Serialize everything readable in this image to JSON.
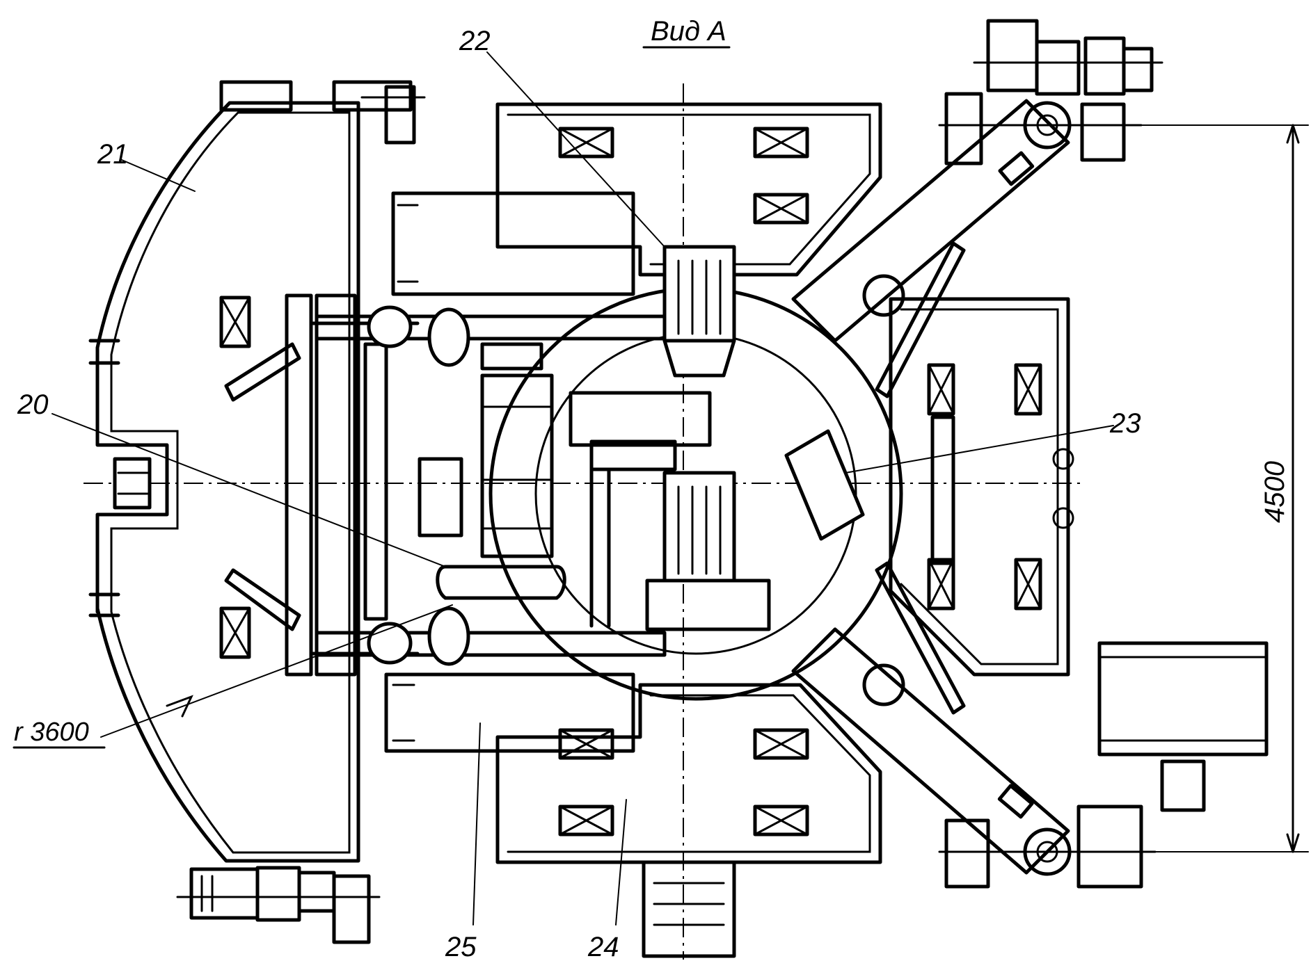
{
  "view_title": "Вид А",
  "labels": {
    "l20": "20",
    "l21": "21",
    "l22": "22",
    "l23": "23",
    "l24": "24",
    "l25": "25"
  },
  "radius_label": "r 3600",
  "dimension_label": "4500"
}
